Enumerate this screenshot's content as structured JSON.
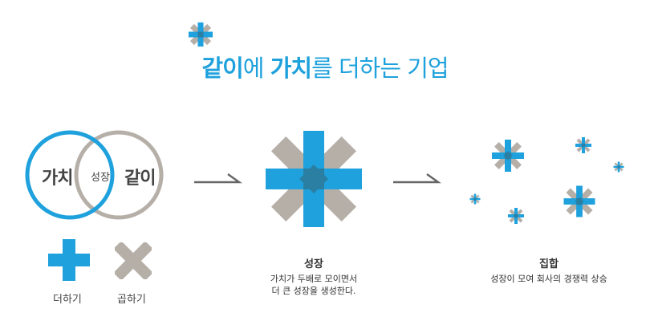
{
  "title": {
    "part1": "같이",
    "part2": "에 ",
    "part3": "가치",
    "part4": "를 더하는 기업"
  },
  "venn": {
    "left_label": "가치",
    "right_label": "같이",
    "overlap_label": "성장"
  },
  "legend": {
    "plus_label": "더하기",
    "times_label": "곱하기"
  },
  "growth": {
    "heading": "성장",
    "caption_line1": "가치가 두배로 모이면서",
    "caption_line2": "더 큰 성장을 생성한다."
  },
  "group": {
    "heading": "집합",
    "caption": "성장이 모여 회사의 경쟁력 상승"
  },
  "colors": {
    "blue": "#1ea1dc",
    "gray": "#b5afa8",
    "dark": "#2b7fa3",
    "arrow": "#666666"
  }
}
